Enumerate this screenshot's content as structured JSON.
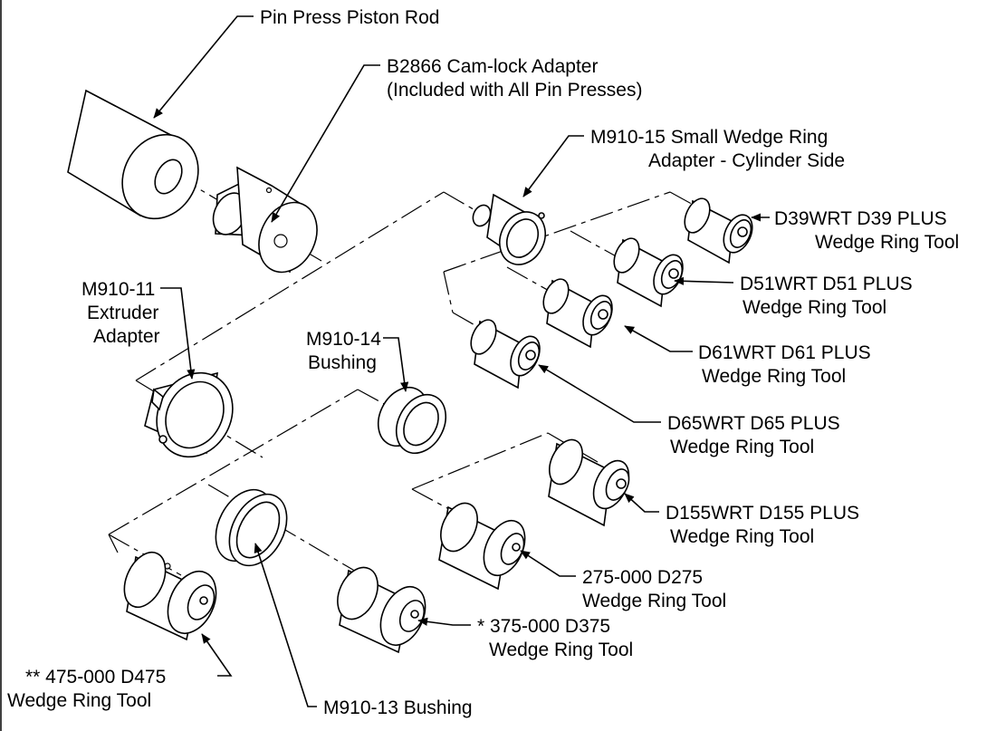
{
  "diagram": {
    "labels": {
      "piston_rod": "Pin Press Piston Rod",
      "camlock_line1": "B2866 Cam-lock Adapter",
      "camlock_line2": "(Included with All Pin Presses)",
      "m910_15_line1": "M910-15 Small Wedge Ring",
      "m910_15_line2": "Adapter - Cylinder Side",
      "d39_line1": "D39WRT D39 PLUS",
      "d39_line2": "Wedge Ring Tool",
      "d51_line1": "D51WRT D51 PLUS",
      "d51_line2": "Wedge Ring Tool",
      "d61_line1": "D61WRT D61 PLUS",
      "d61_line2": "Wedge Ring Tool",
      "d65_line1": "D65WRT D65 PLUS",
      "d65_line2": "Wedge Ring Tool",
      "d155_line1": "D155WRT D155 PLUS",
      "d155_line2": "Wedge Ring Tool",
      "d275_line1": "275-000 D275",
      "d275_line2": "Wedge Ring Tool",
      "d375_line1": "*  375-000 D375",
      "d375_line2": "Wedge Ring Tool",
      "d475_line1": "** 475-000 D475",
      "d475_line2": "Wedge Ring Tool",
      "m910_13": "M910-13 Bushing",
      "m910_14_line1": "M910-14",
      "m910_14_line2": "Bushing",
      "m910_11_line1": "M910-11",
      "m910_11_line2": "Extruder",
      "m910_11_line3": "Adapter"
    }
  }
}
